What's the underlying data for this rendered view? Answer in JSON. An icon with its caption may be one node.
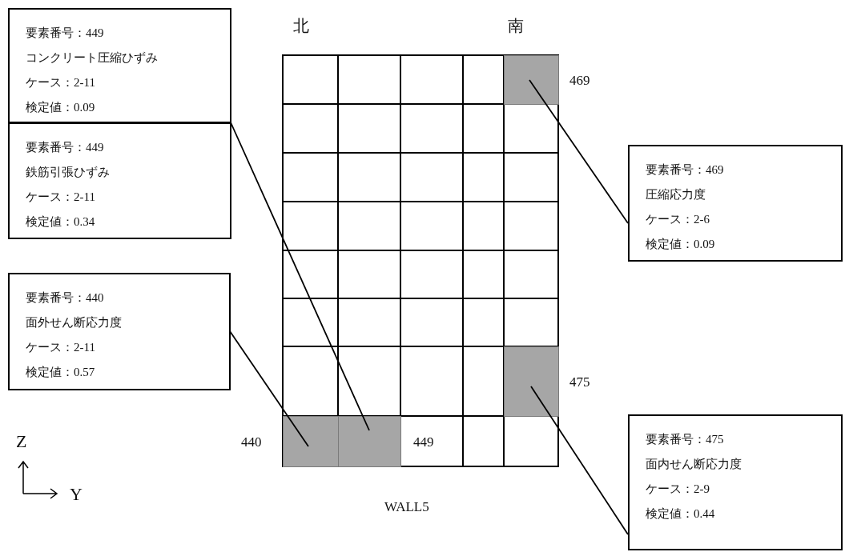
{
  "diagram": {
    "nodes": [
      {
        "text": [
          "要素番号：449",
          "コンクリート圧縮ひずみ",
          "ケース：2-11",
          "検定値：0.09"
        ]
      },
      {
        "text": [
          "要素番号：449",
          "鉄筋引張ひずみ",
          "ケース：2-11",
          "検定値：0.34"
        ]
      },
      {
        "text": [
          "要素番号：469",
          "圧縮応力度",
          "ケース：2-6",
          "検定値：0.09"
        ]
      },
      {
        "text": [
          "要素番号：440",
          "面外せん断応力度",
          "ケース：2-11",
          "検定値：0.57"
        ]
      },
      {
        "text": [
          "要素番号：475",
          "面内せん断応力度",
          "ケース：2-9",
          "検定値：0.44"
        ]
      },
      {
        "text": [],
        "shape": "box",
        "beside": [
          "469"
        ]
      },
      {
        "text": [],
        "shape": "box",
        "beside": [
          "475"
        ]
      },
      {
        "text": [],
        "shape": "box",
        "beside": [
          "440"
        ]
      },
      {
        "text": [],
        "shape": "box"
      }
    ],
    "edges": [
      {
        "from": 0,
        "to": 8,
        "arrow": "none"
      },
      {
        "from": 1,
        "to": 8,
        "arrow": "none"
      },
      {
        "from": 2,
        "to": 5,
        "arrow": "none"
      },
      {
        "from": 3,
        "to": 7,
        "arrow": "none"
      },
      {
        "from": 4,
        "to": 6,
        "arrow": "none"
      }
    ],
    "labels": [
      "北",
      "南",
      "449",
      "Z",
      "Y",
      "WALL5"
    ]
  }
}
